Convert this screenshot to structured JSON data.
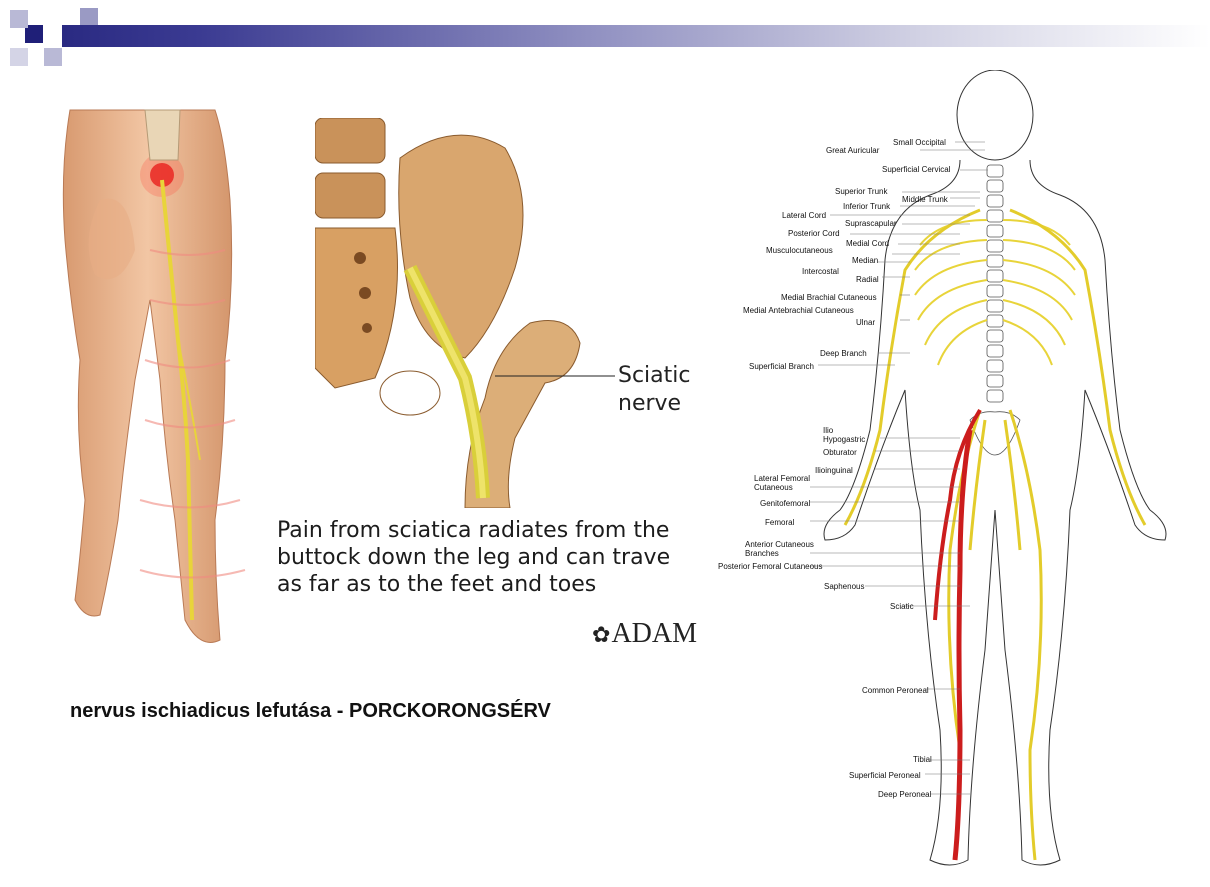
{
  "slide": {
    "title_part1": "nervus ischiadicus lefutása - ",
    "title_part2": "PORCKORONGSÉRV"
  },
  "colors": {
    "header_dark": "#2a2a82",
    "header_mid": "#8e8ec0",
    "nerve_yellow": "#e8d43a",
    "sciatic_red": "#cc1d1d",
    "skin": "#e8b48c"
  },
  "pelvis_figure": {
    "nerve_label": "Sciatic\nnerve",
    "caption": "Pain from sciatica radiates from the\nbuttock down the leg and can trave\nas far as to the feet and toes",
    "logo": "ADAM",
    "logo_icon": "leaf-icon"
  },
  "nervous_system_figure": {
    "labels": [
      "Small Occipital",
      "Great Auricular",
      "Superficial Cervical",
      "Superior Trunk",
      "Middle Trunk",
      "Inferior Trunk",
      "Lateral Cord",
      "Suprascapular",
      "Posterior Cord",
      "Medial Cord",
      "Musculocutaneous",
      "Median",
      "Intercostal",
      "Radial",
      "Medial Brachial Cutaneous",
      "Medial Antebrachial Cutaneous",
      "Ulnar",
      "Deep Branch",
      "Superficial Branch",
      "Ilio",
      "Hypogastric",
      "Obturator",
      "Ilioinguinal",
      "Lateral Femoral",
      "Cutaneous",
      "Genitofemoral",
      "Femoral",
      "Anterior Cutaneous",
      "Branches",
      "Posterior Femoral Cutaneous",
      "Saphenous",
      "Sciatic",
      "Common Peroneal",
      "Tibial",
      "Superficial Peroneal",
      "Deep Peroneal"
    ]
  }
}
